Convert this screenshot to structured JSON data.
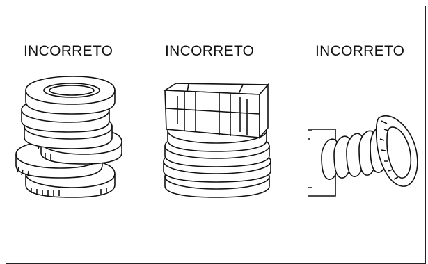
{
  "panels": [
    {
      "label": "INCORRETO",
      "illustration": "tires-stacked-misaligned"
    },
    {
      "label": "INCORRETO",
      "illustration": "box-on-tire-stack"
    },
    {
      "label": "INCORRETO",
      "illustration": "tires-leaning-against-wall"
    }
  ]
}
